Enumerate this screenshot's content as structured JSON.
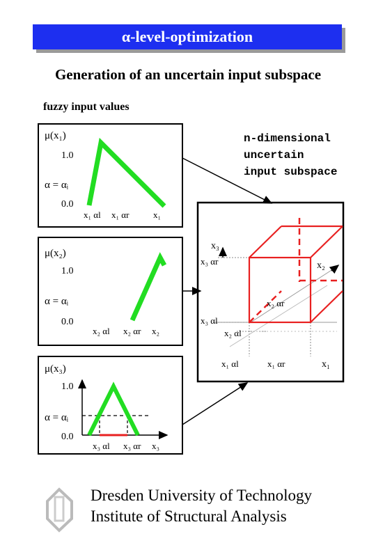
{
  "header": {
    "title": "α-level-optimization"
  },
  "subtitle": "Generation of an uncertain input subspace",
  "fuzzy_label": "fuzzy input values",
  "ndim_label": "n-dimensional\nuncertain\ninput subspace",
  "plot1": {
    "mu": "μ(x₁)",
    "one": "1.0",
    "alpha": "α = αᵢ",
    "zero": "0.0",
    "xl": "x₁ αl",
    "xr": "x₁ αr",
    "xaxis": "x₁"
  },
  "plot2": {
    "mu": "μ(x₂)",
    "one": "1.0",
    "alpha": "α = αᵢ",
    "zero": "0.0",
    "xl": "x₂ αl",
    "xr": "x₂ αr",
    "xaxis": "x₂"
  },
  "plot3": {
    "mu": "μ(x₃)",
    "one": "1.0",
    "alpha": "α = αᵢ",
    "zero": "0.0",
    "xl": "x₃ αl",
    "xr": "x₃ αr",
    "xaxis": "x₃"
  },
  "cube": {
    "x3": "x₃",
    "x3r": "x₃ αr",
    "x3l": "x₃ αl",
    "x2": "x₂",
    "x2r": "x₂ αr",
    "x2l": "x₂ αl",
    "x1l": "x₁ αl",
    "x1r": "x₁ αr",
    "x1": "x₁"
  },
  "footer": {
    "line1": "Dresden University of Technology",
    "line2": "Institute of Structural Analysis"
  },
  "colors": {
    "title_bg": "#1d2ff0",
    "fuzzy_green": "#22dd22",
    "subspace_red": "#e82020"
  }
}
